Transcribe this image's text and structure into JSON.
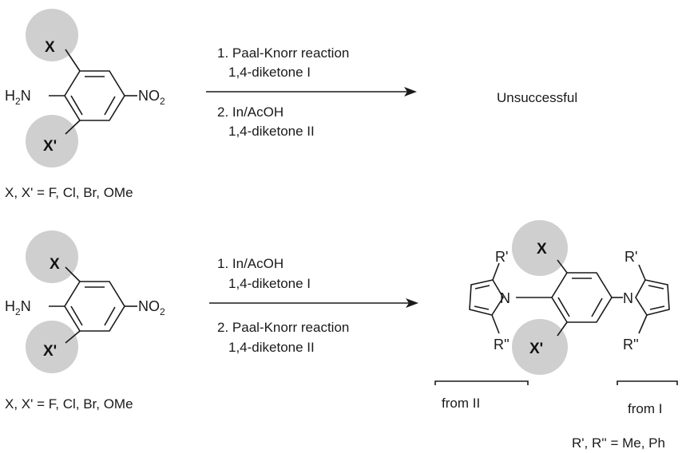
{
  "top": {
    "subst_x": "X",
    "subst_xp": "X'",
    "amine_h": "H",
    "amine_sub": "2",
    "amine_n": "N",
    "nitro_main": "NO",
    "nitro_sub": "2",
    "step1_line1": "1. Paal-Knorr reaction",
    "step1_line2": "1,4-diketone I",
    "step2_line1": "2. In/AcOH",
    "step2_line2": "1,4-diketone II",
    "result": "Unsuccessful",
    "scope": "X, X' = F, Cl, Br, OMe"
  },
  "bottom": {
    "subst_x": "X",
    "subst_xp": "X'",
    "amine_h": "H",
    "amine_sub": "2",
    "amine_n": "N",
    "nitro_main": "NO",
    "nitro_sub": "2",
    "step1_line1": "1. In/AcOH",
    "step1_line2": "1,4-diketone I",
    "step2_line1": "2. Paal-Knorr reaction",
    "step2_line2": "1,4-diketone II",
    "scope": "X, X' = F, Cl, Br, OMe"
  },
  "product": {
    "subst_x": "X",
    "subst_xp": "X'",
    "left_r1": "R'",
    "left_r2": "R''",
    "left_n": "N",
    "right_r1": "R'",
    "right_r2": "R''",
    "right_n": "N",
    "from_left": "from II",
    "from_right": "from I",
    "r_scope": "R', R'' = Me, Ph"
  }
}
